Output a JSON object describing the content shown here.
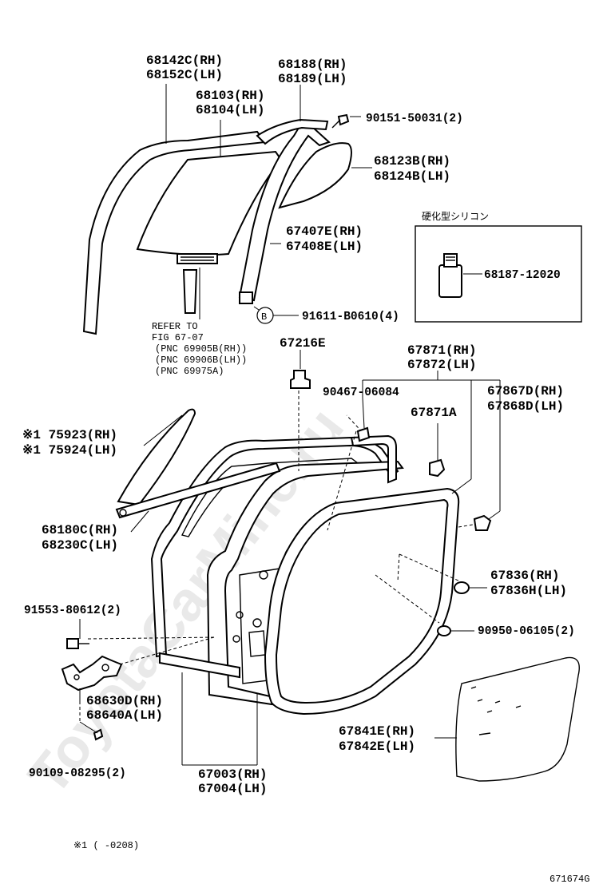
{
  "diagram": {
    "watermark": "ToyotaCarMine.ru",
    "figure_id": "671674G",
    "footnote": "※1 ( -0208)",
    "silicone_box": {
      "title": "硬化型シリコン",
      "part": "68187-12020"
    },
    "refer_note": {
      "line1": "REFER TO",
      "line2": "FIG 67-07",
      "line3": "(PNC 69905B(RH))",
      "line4": "(PNC 69906B(LH))",
      "line5": "(PNC 69975A)"
    },
    "labels": {
      "p68142": [
        "68142C(RH)",
        "68152C(LH)"
      ],
      "p68188": [
        "68188(RH)",
        "68189(LH)"
      ],
      "p68103": [
        "68103(RH)",
        "68104(LH)"
      ],
      "p90151": "90151-50031(2)",
      "p68123": [
        "68123B(RH)",
        "68124B(LH)"
      ],
      "p67407": [
        "67407E(RH)",
        "67408E(LH)"
      ],
      "p91611": "91611-B0610(4)",
      "p91611_marker": "B",
      "p67216": "67216E",
      "p67871": [
        "67871(RH)",
        "67872(LH)"
      ],
      "p90467": "90467-06084",
      "p67867": [
        "67867D(RH)",
        "67868D(LH)"
      ],
      "p67871A": "67871A",
      "p75923": [
        "※1 75923(RH)",
        "※1 75924(LH)"
      ],
      "p68180": [
        "68180C(RH)",
        "68230C(LH)"
      ],
      "p67836": [
        "67836(RH)",
        "67836H(LH)"
      ],
      "p91553": "91553-80612(2)",
      "p90950": "90950-06105(2)",
      "p68630": [
        "68630D(RH)",
        "68640A(LH)"
      ],
      "p67841": [
        "67841E(RH)",
        "67842E(LH)"
      ],
      "p90109": "90109-08295(2)",
      "p67003": [
        "67003(RH)",
        "67004(LH)"
      ]
    }
  }
}
